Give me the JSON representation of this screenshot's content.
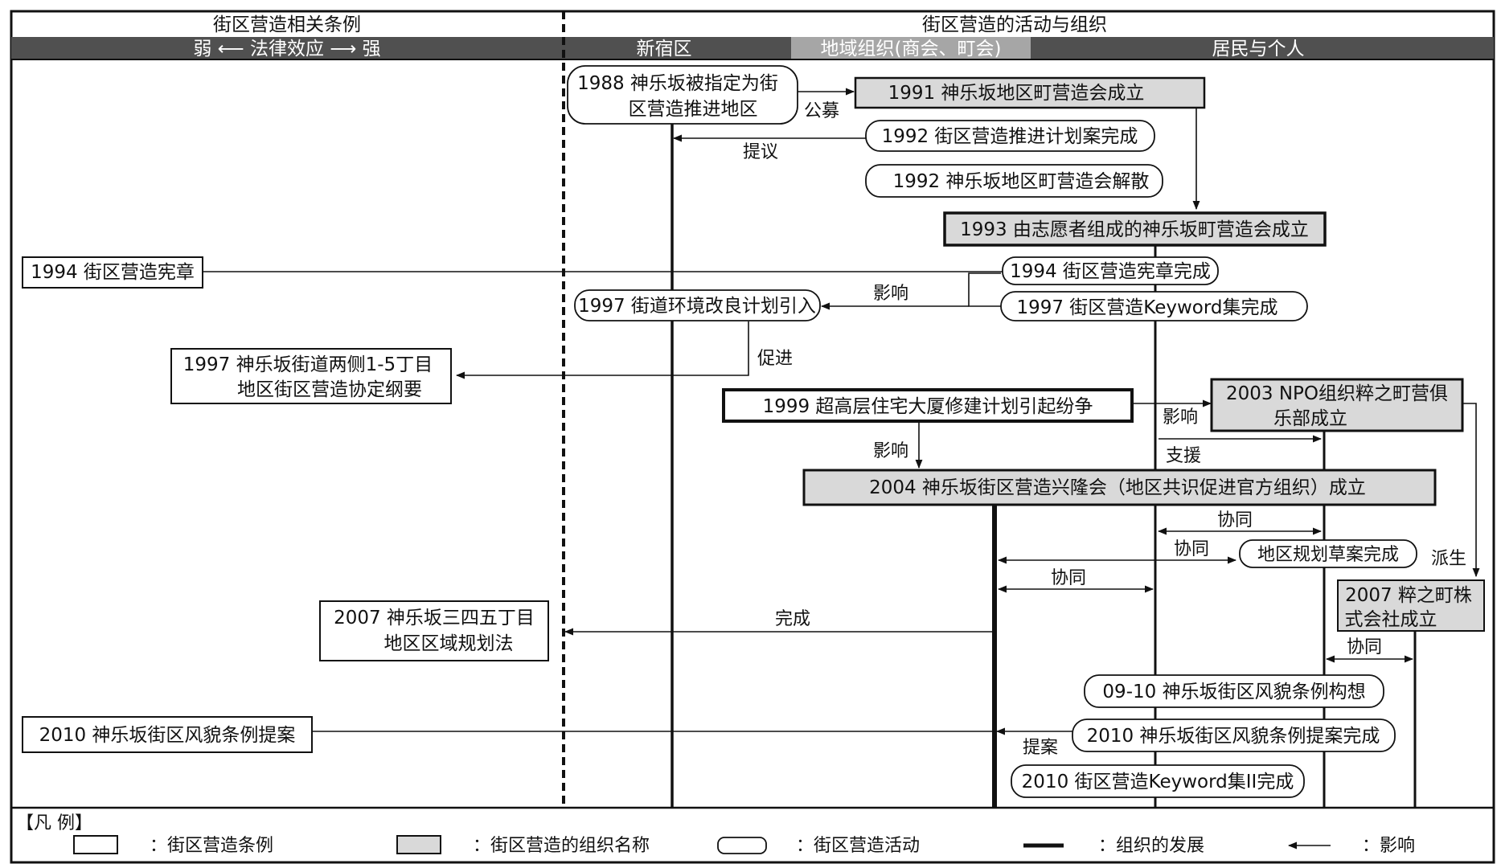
{
  "header": {
    "left_title": "街区营造相关条例",
    "left_subtitle": "弱 ⟵ 法律效应 ⟶ 强",
    "right_title": "街区营造的活动与组织",
    "col_shinjuku": "新宿区",
    "col_local": "地域组织(商会、町会)",
    "col_residents": "居民与个人"
  },
  "boxes": {
    "b1988": [
      "1988 神乐坂被指定为街",
      "区营造推进地区"
    ],
    "b1991": "1991  神乐坂地区町营造会成立",
    "b1992a": "1992 街区营造推进计划案完成",
    "b1992b": "1992 神乐坂地区町营造会解散",
    "b1993": "1993 由志愿者组成的神乐坂町营造会成立",
    "b1994charter": "1994 街区营造宪章",
    "b1994done": "1994 街区营造宪章完成",
    "b1997env": "1997 街道环境改良计划引入",
    "b1997kw": "1997 街区营造Keyword集完成",
    "b1997agree": [
      "1997 神乐坂街道两侧1-5丁目",
      "地区街区营造协定纲要"
    ],
    "b1999": "1999 超高层住宅大厦修建计划引起纷争",
    "b2003": [
      "2003 NPO组织粹之町营俱",
      "乐部成立"
    ],
    "b2004": "2004 神乐坂街区营造兴隆会（地区共识促进官方组织）成立",
    "bdraft": "地区规划草案完成",
    "b2007corp": [
      "2007 粹之町株",
      "式会社成立"
    ],
    "b2007law": [
      "2007 神乐坂三四五丁目",
      "地区区域规划法"
    ],
    "b0910": "09-10 神乐坂街区风貌条例构想",
    "b2010prop": "2010 神乐坂街区风貌条例提案",
    "b2010done": "2010 神乐坂街区风貌条例提案完成",
    "b2010kw": "2010 街区营造Keyword集II完成"
  },
  "labels": {
    "gongmu": "公募",
    "tiyi": "提议",
    "yingxiang1": "影响",
    "cujin": "促进",
    "yingxiang2": "影响",
    "yingxiang3": "影响",
    "zhiyuan": "支援",
    "xietong1": "协同",
    "xietong2": "协同",
    "xietong3": "协同",
    "paisheng": "派生",
    "wancheng": "完成",
    "xietong4": "协同",
    "tian": "提案"
  },
  "legend": {
    "title": "【凡 例】",
    "ordinance": "：街区营造条例",
    "org": "：街区营造的组织名称",
    "activity": "：街区营造活动",
    "development": "：组织的发展",
    "influence": "：影响"
  },
  "colors": {
    "header_dark": "#505050",
    "header_mid": "#a6a6a6",
    "org_fill": "#d9d9d9",
    "line": "#111111"
  }
}
